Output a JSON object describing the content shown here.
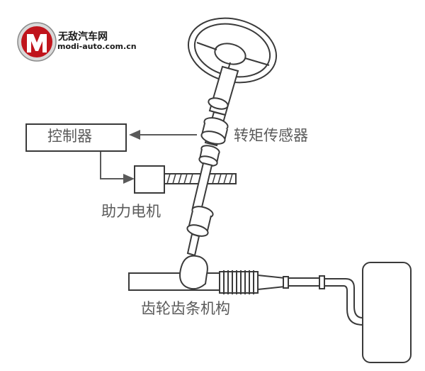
{
  "logo": {
    "title": "无敌汽车网",
    "url": "modi-auto.com.cn"
  },
  "labels": {
    "controller": "控制器",
    "torque_sensor": "转矩传感器",
    "assist_motor": "助力电机",
    "rack_and_pinion": "齿轮齿条机构"
  },
  "colors": {
    "line": "#3a3a3a",
    "label_text": "#5a5a5a",
    "logo_red": "#c0141c"
  }
}
